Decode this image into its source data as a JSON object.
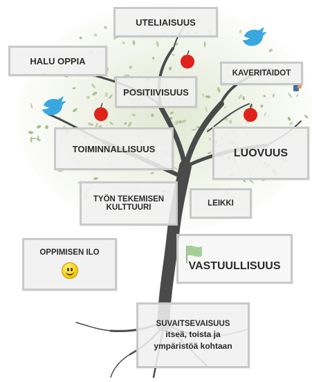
{
  "diagram": {
    "cards": {
      "uteliaisuus": "UTELIAISUUS",
      "halu_oppia": "HALU OPPIA",
      "kaveritaidot": "KAVERITAIDOT",
      "positiivisuus": "POSITIIVISUUS",
      "toiminnallisuus": "TOIMINNALLISUUS",
      "luovuus": "LUOVUUS",
      "tyon_line1": "TYÖN TEKEMISEN",
      "tyon_line2": "KULTTUURI",
      "leikki": "LEIKKI",
      "oppimisen_ilo": "OPPIMISEN ILO",
      "vastuullisuus": "VASTUULLISUUS",
      "suvaitsevaisuus": "SUVAITSEVAISUUS",
      "suvaitsevaisuus_sub1": "itseä, toista ja",
      "suvaitsevaisuus_sub2": "ympäristöä kohtaan"
    },
    "colors": {
      "trunk": "#4a4a4a",
      "leaf": "#9db07a",
      "apple": "#e0221c",
      "bird": "#3aa7e0",
      "flag": "#4ca52a",
      "smiley": "#f2c500"
    },
    "icons": [
      "tree",
      "apple-icon",
      "twitter-bird-icon",
      "green-flag-icon",
      "smiley-icon",
      "thumb-icon"
    ]
  }
}
